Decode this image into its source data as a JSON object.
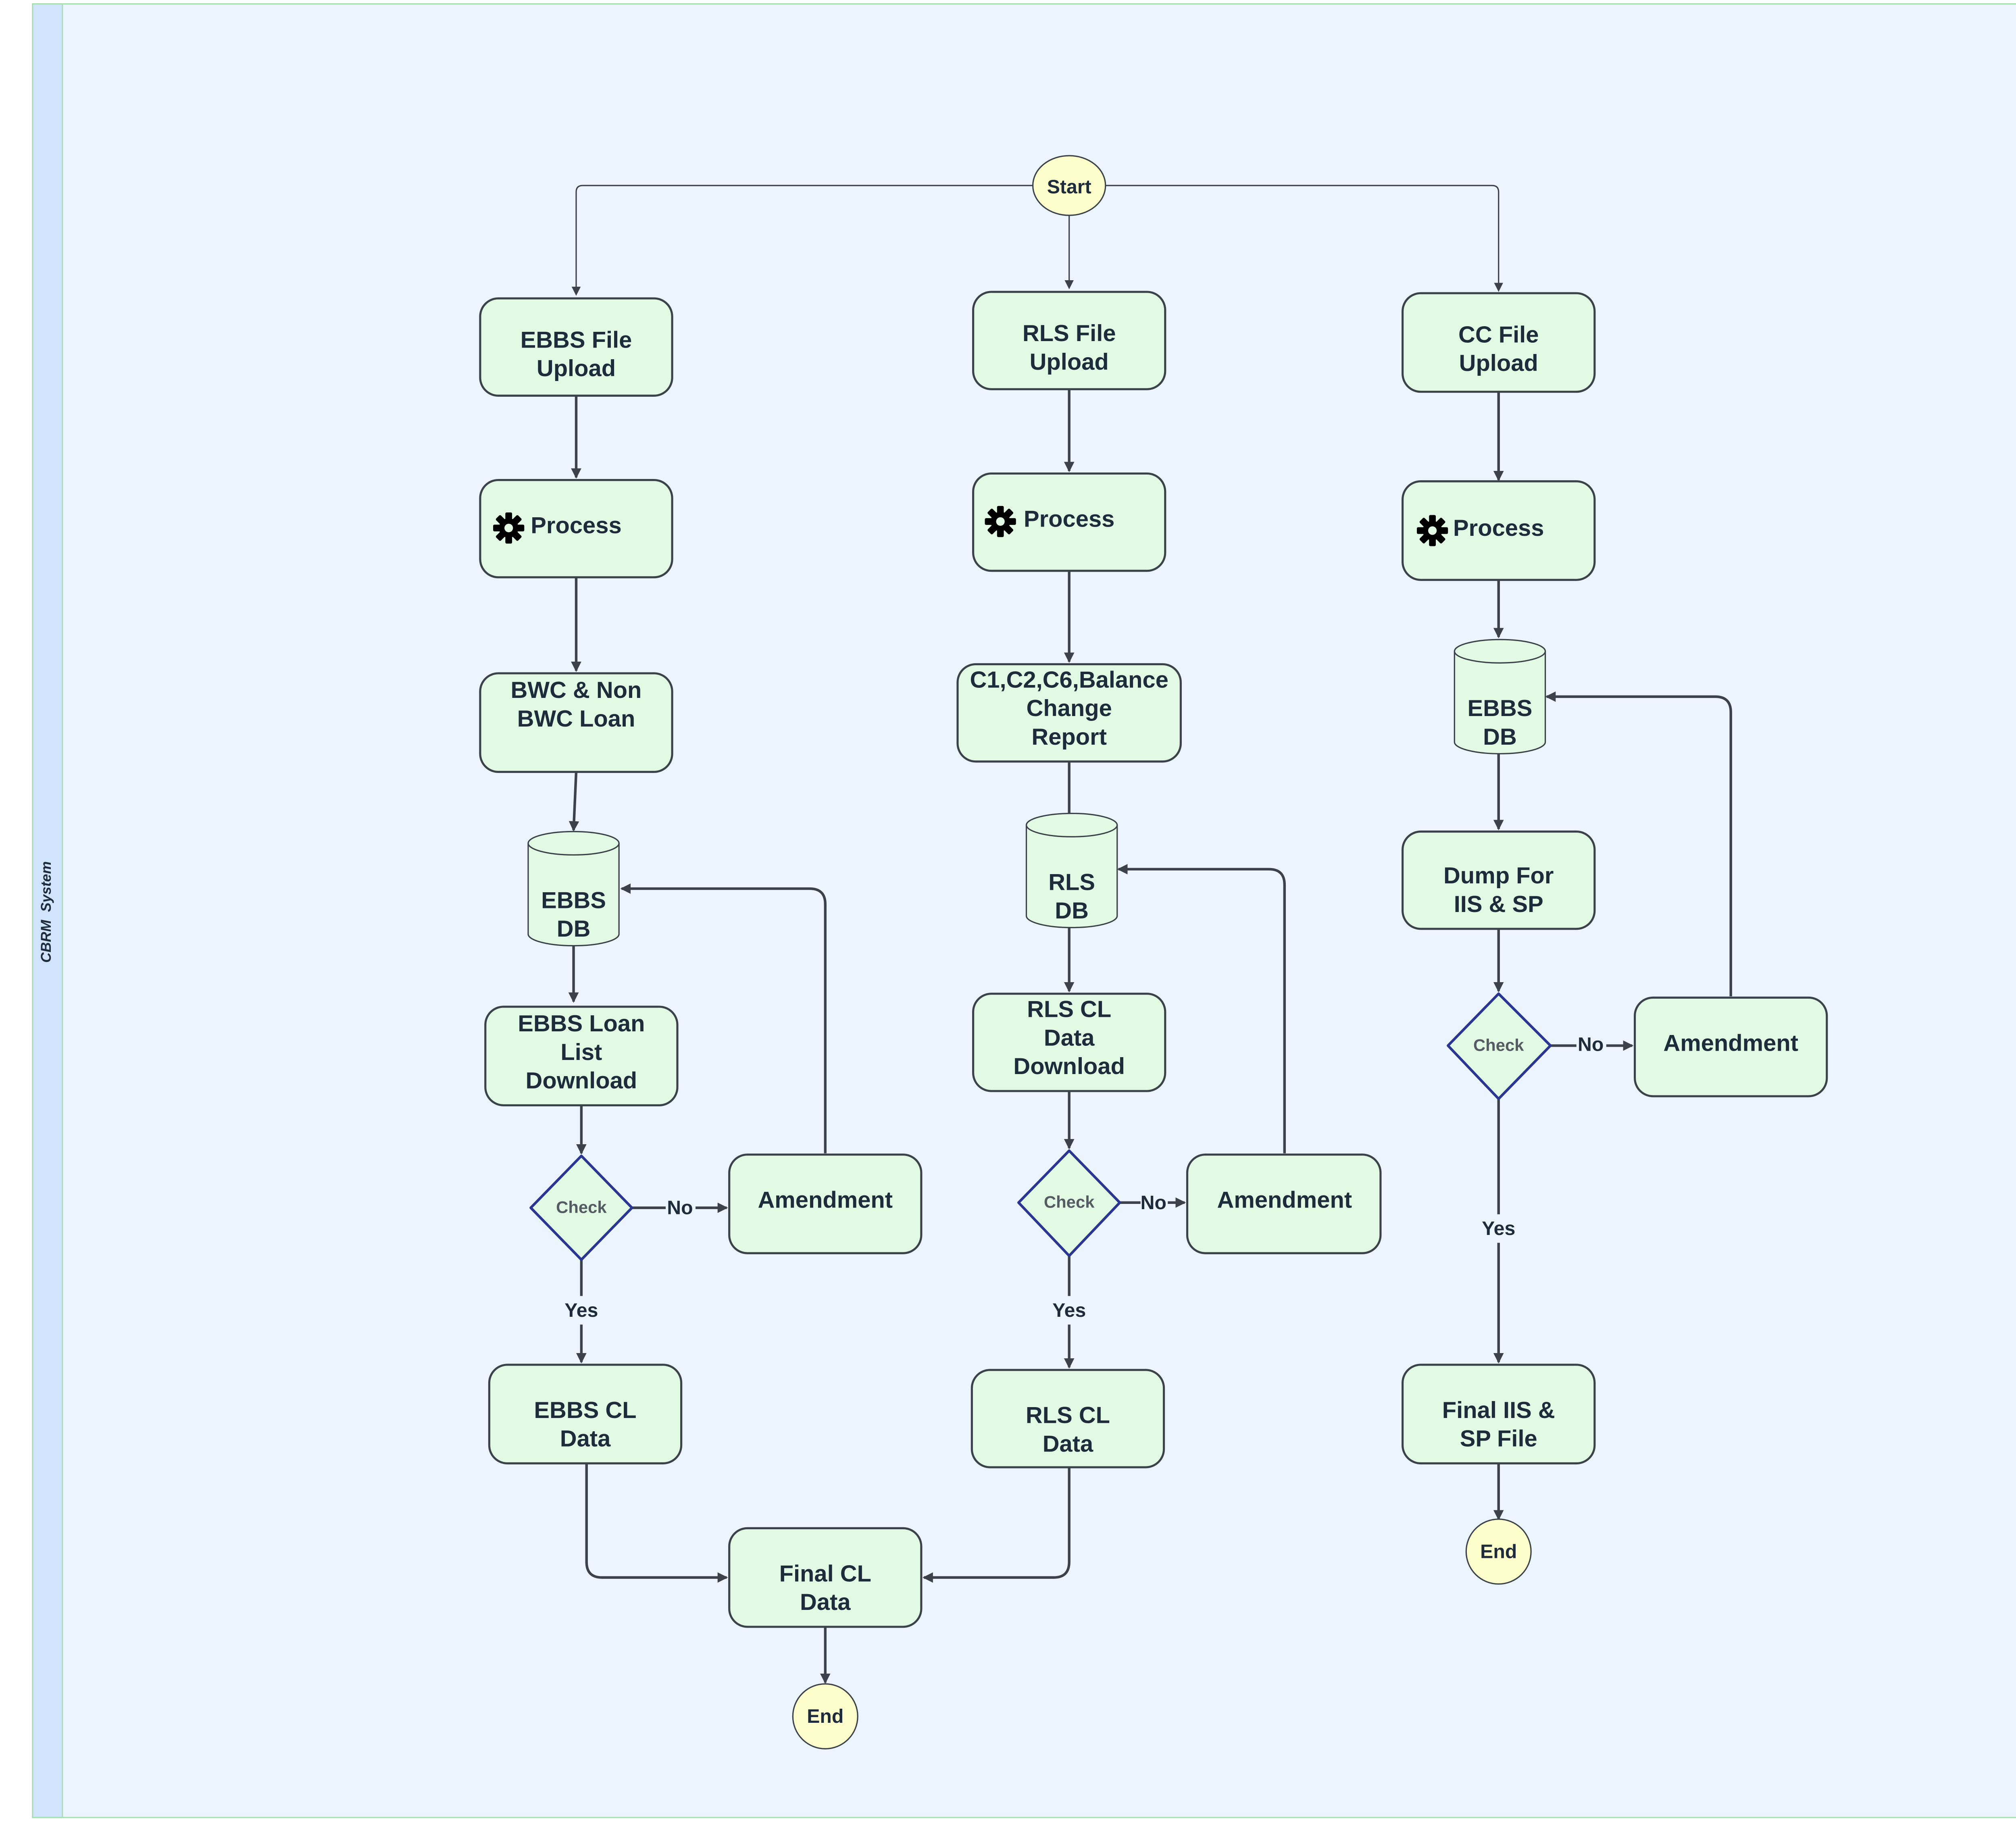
{
  "swimlane": {
    "title": "CBRM  System"
  },
  "nodes": {
    "start": "Start",
    "ebbs_upload": "EBBS File\nUpload",
    "rls_upload": "RLS File\nUpload",
    "cc_upload": "CC File\nUpload",
    "ebbs_process": "Process",
    "rls_process": "Process",
    "cc_process": "Process",
    "bwc_loan": "BWC & Non\nBWC Loan",
    "rls_report": "C1,C2,C6,Balance\nChange\nReport",
    "ebbs_db_left": "EBBS\nDB",
    "rls_db": "RLS\nDB",
    "ebbs_db_right": "EBBS\nDB",
    "ebbs_loan_list": "EBBS Loan\nList\nDownload",
    "rls_cl_download": "RLS CL\nData\nDownload",
    "dump_iis": "Dump For\nIIS & SP",
    "check_left": "Check",
    "check_mid": "Check",
    "check_right": "Check",
    "amend_left": "Amendment",
    "amend_mid": "Amendment",
    "amend_right": "Amendment",
    "ebbs_cl_data": "EBBS CL\nData",
    "rls_cl_data": "RLS CL\nData",
    "final_iis": "Final IIS &\nSP File",
    "final_cl": "Final CL\nData",
    "end_left": "End",
    "end_right": "End"
  },
  "edge_labels": {
    "no": "No",
    "yes": "Yes"
  },
  "icons": {
    "process": "gear-icon"
  },
  "colors": {
    "lane_bg": "#ecf4fe",
    "lane_header": "#d0e5fd",
    "lane_border": "#a8e0b4",
    "node_fill": "#e2f9e4",
    "node_stroke": "#3b4249",
    "terminal_fill": "#fefdcc",
    "decision_stroke": "#2b3690",
    "edge": "#3b4249"
  }
}
